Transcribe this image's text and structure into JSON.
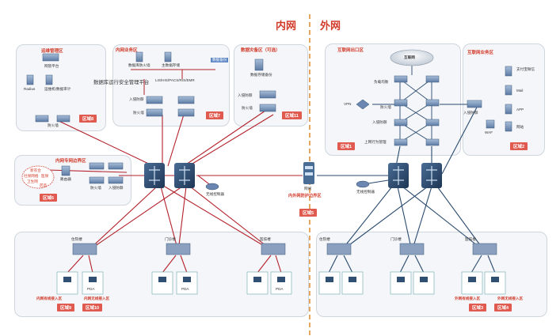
{
  "headers": {
    "internal": "内网",
    "external": "外网"
  },
  "zones": {
    "ops": {
      "title": "运维管理区",
      "badge": "区域8",
      "labels": [
        "网管平台",
        "Radius",
        "运维机/数据审计",
        "防火墙"
      ]
    },
    "intbiz": {
      "title": "内网业务区",
      "badge": "区域7",
      "labels": [
        "数据库防火墙",
        "主数据存储",
        "数据库运行安全管理平台",
        "LIS/HIS/PACS/RIS/EMR",
        "入侵防御",
        "防火墙"
      ]
    },
    "dr": {
      "title": "数据灾备区（可选）",
      "badge": "区域11",
      "labels": [
        "数据备份",
        "数据存储备份",
        "入侵防御",
        "防火墙"
      ]
    },
    "boundary": {
      "title": "内网专网边界区",
      "badge": "区域6",
      "labels": [
        "新农合",
        "医保",
        "社保网络",
        "卫生网",
        "药监",
        "防火墙",
        "入侵防御",
        "路由器"
      ]
    },
    "inet_exit": {
      "title": "互联网出口区",
      "badge": "区域1",
      "labels": [
        "互联网",
        "负载均衡",
        "防火墙",
        "VPN",
        "入侵防御",
        "上网行为管理"
      ]
    },
    "inet_biz": {
      "title": "互联网业务区",
      "badge": "区域2",
      "labels": [
        "支付宝微信",
        "Mail",
        "APP",
        "网站",
        "WAF",
        "入侵防御"
      ]
    },
    "core": {
      "labels": [
        "无线控制器",
        "无线控制器"
      ]
    },
    "gap": {
      "title": "网闸",
      "subtitle": "内外网防护边界区",
      "badge": "区域5"
    },
    "int_access": {
      "buildings": [
        "住院楼",
        "门诊楼",
        "医技楼"
      ],
      "pda": "PDA",
      "wired": "内网有线接入区",
      "wireless": "内网无线接入区",
      "badge_wired": "区域9",
      "badge_wireless": "区域10"
    },
    "ext_access": {
      "buildings": [
        "住院楼",
        "门诊楼",
        "医技楼"
      ],
      "wired": "外网有线接入区",
      "wireless": "外网无线接入区",
      "badge_wired": "区域3",
      "badge_wireless": "区域4"
    }
  },
  "colors": {
    "red": "#d23b2a",
    "badge": "#e05a4f",
    "internal_link": "#b3202a",
    "external_link": "#2a4a6e",
    "device": "#6b86b0",
    "dark": "#223d5c"
  }
}
